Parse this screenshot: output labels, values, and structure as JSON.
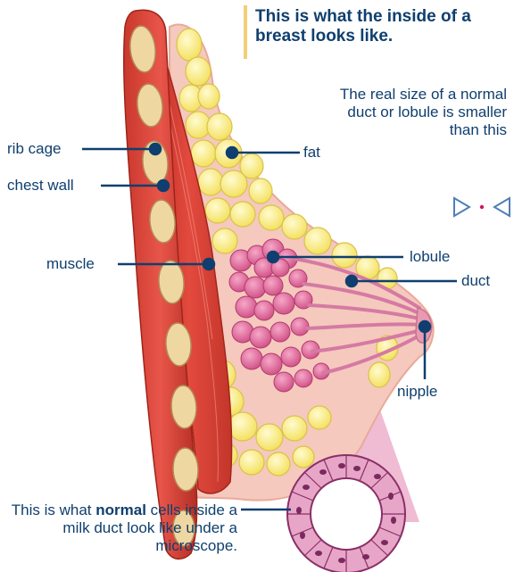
{
  "title": "This is what the inside of a breast looks like.",
  "size_note": "The real size of a normal duct or lobule is smaller than this",
  "labels": {
    "rib_cage": "rib cage",
    "chest_wall": "chest wall",
    "muscle": "muscle",
    "fat": "fat",
    "lobule": "lobule",
    "duct": "duct",
    "nipple": "nipple"
  },
  "caption": {
    "before": "This is what ",
    "bold": "normal",
    "after": " cells inside a milk duct look like under a microscope."
  },
  "colors": {
    "label_text": "#0f3f6e",
    "title_accent": "#f2cf78",
    "skin": "#f5c9bd",
    "muscle": "#d93a2f",
    "fat": "#fbee8a",
    "lobule": "#e06a9b",
    "marker_triangle": "#4f7fb8",
    "marker_dot": "#d2145a"
  }
}
